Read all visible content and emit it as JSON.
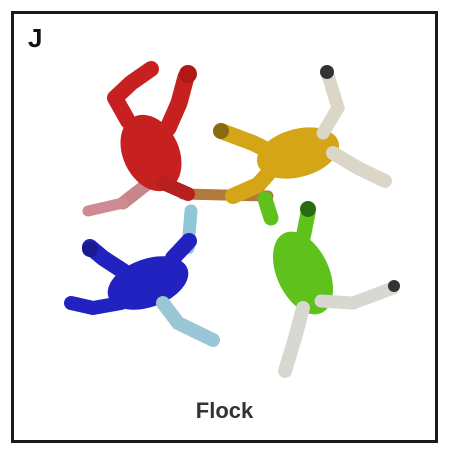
{
  "panel": {
    "letter": "J",
    "caption": "Flock"
  },
  "figures": [
    {
      "name": "skydiver-red",
      "color": "#c62020"
    },
    {
      "name": "skydiver-yellow",
      "color": "#d4a516"
    },
    {
      "name": "skydiver-blue",
      "color": "#2222c0"
    },
    {
      "name": "skydiver-green",
      "color": "#5fc21c"
    }
  ]
}
